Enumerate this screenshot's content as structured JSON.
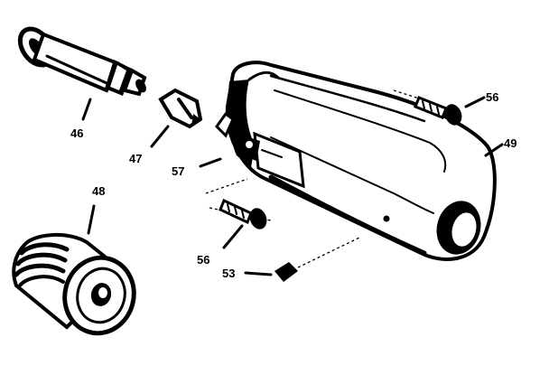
{
  "callouts": {
    "c46a": "46",
    "c47": "47",
    "c57": "57",
    "c56a": "56",
    "c49": "49",
    "c48": "48",
    "c56b": "56",
    "c53": "53"
  }
}
